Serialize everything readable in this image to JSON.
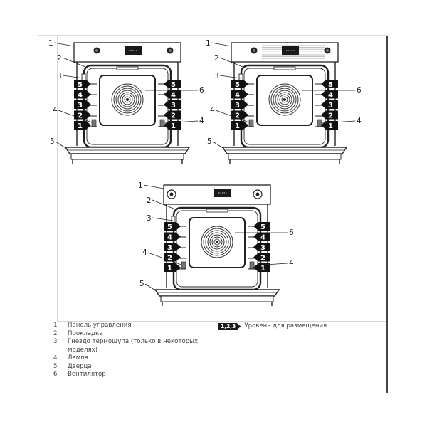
{
  "legend": [
    {
      "num": "1",
      "text": "Панель управления"
    },
    {
      "num": "2",
      "text": "Прокладка"
    },
    {
      "num": "3",
      "text": "Гнездо термощупа (только в некоторых моделях)"
    },
    {
      "num": "4",
      "text": "Лампа"
    },
    {
      "num": "5",
      "text": "Дверца"
    },
    {
      "num": "6",
      "text": "Вентилятор"
    }
  ],
  "shelf_legend": {
    "badge": "1,2,3",
    "text": "Уровень для размещения"
  },
  "callout_labels": [
    "1",
    "2",
    "3",
    "4",
    "5",
    "6"
  ],
  "shelf_levels": [
    "5",
    "4",
    "3",
    "2",
    "1"
  ],
  "ovens": [
    {
      "name": "oven-top-left",
      "variant": "plain-panel"
    },
    {
      "name": "oven-top-right",
      "variant": "striped-panel"
    },
    {
      "name": "oven-bottom-center",
      "variant": "round-knobs"
    }
  ]
}
